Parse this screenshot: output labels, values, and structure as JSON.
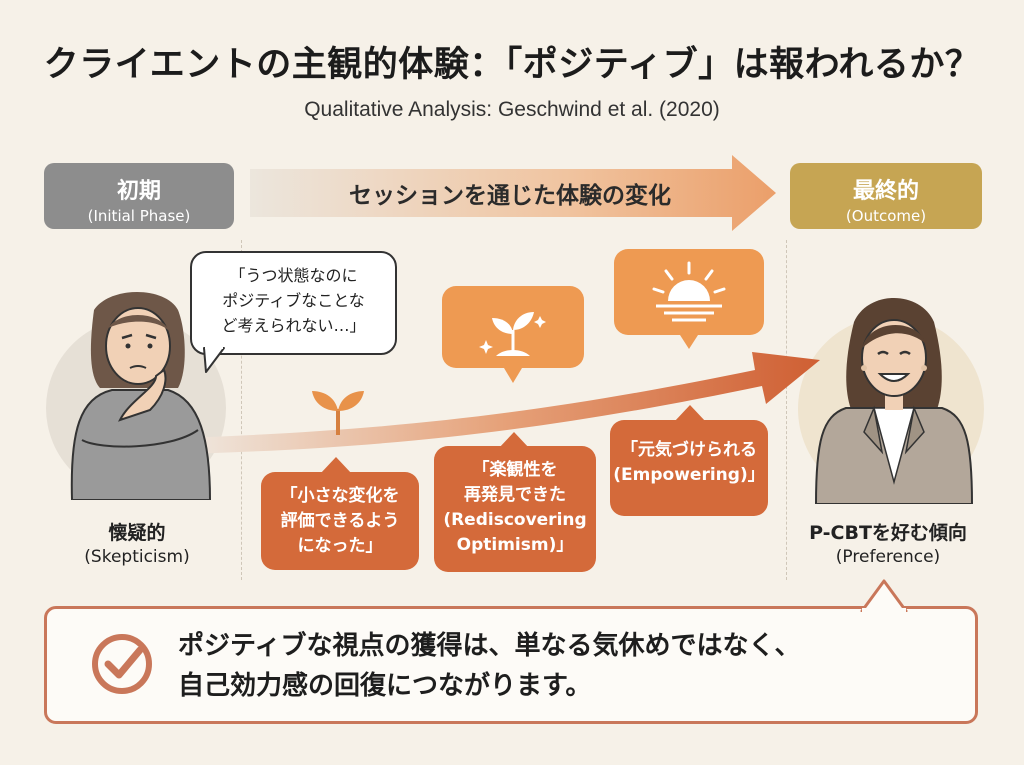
{
  "title": "クライエントの主観的体験：「ポジティブ」は報われるか？",
  "subtitle": "Qualitative Analysis: Geschwind et al. (2020)",
  "phases": {
    "initial": {
      "label": "初期",
      "sub": "(Initial Phase)"
    },
    "outcome": {
      "label": "最終的",
      "sub": "(Outcome)"
    }
  },
  "arrow_label": "セッションを通じた体験の変化",
  "thought_bubble": "「うつ状態なのに\nポジティブなことな\nど考えられない…」",
  "steps": [
    {
      "text": "「小さな変化を\n評価できるよう\nになった」",
      "icon": "sprout-icon"
    },
    {
      "text": "「楽観性を\n再発見できた\n(Rediscovering\nOptimism)」",
      "icon": "plant-sparkle-icon"
    },
    {
      "text": "「元気づけられる\n(Empowering)」",
      "icon": "sunrise-icon"
    }
  ],
  "left_person": {
    "label": "懐疑的",
    "sub": "(Skepticism)"
  },
  "right_person": {
    "label": "P-CBTを好む傾向",
    "sub": "(Preference)"
  },
  "conclusion": {
    "line1": "ポジティブな視点の獲得は、単なる気休めではなく、",
    "line2": "自己効力感の回復につながります。",
    "icon": "check-circle-icon"
  },
  "colors": {
    "initial": "#8d8d8d",
    "outcome": "#c6a553",
    "accent": "#d46a3a",
    "accent_light": "#ee9a52",
    "border": "#c9775a"
  }
}
